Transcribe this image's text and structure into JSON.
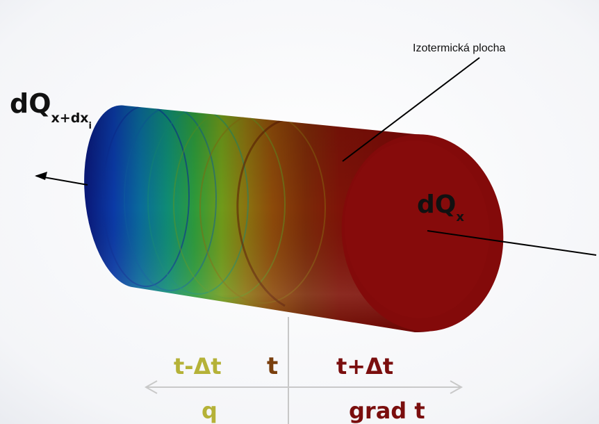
{
  "annotation": {
    "isothermal_surface": "Izotermická plocha"
  },
  "flux_out": {
    "base": "dQ",
    "sub": "x+dx",
    "subsub": "i"
  },
  "flux_in": {
    "base": "dQ",
    "sub": "x"
  },
  "scale": {
    "low": "t-Δt",
    "mid": "t",
    "high": "t+Δt",
    "heat_flux": "q",
    "gradient": "grad t"
  },
  "colors": {
    "low_text": "#b5b238",
    "mid_text": "#7a3f0d",
    "high_text": "#7a0e0e",
    "cylinder_end": "#820a0a",
    "cylinder_cold": "#0a1e8c"
  }
}
